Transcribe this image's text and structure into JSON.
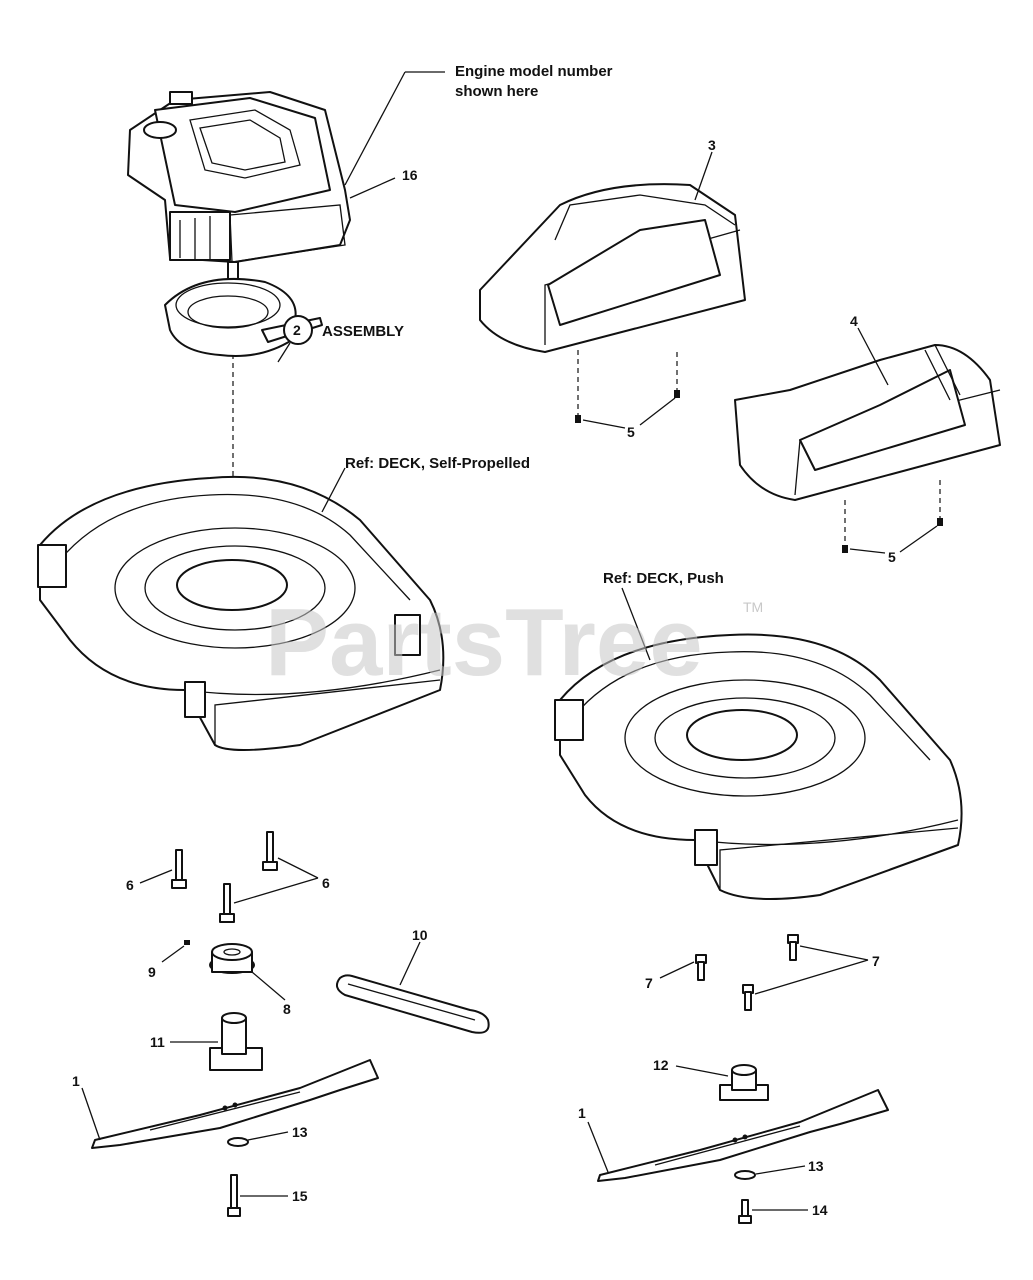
{
  "labels": {
    "engine_note_line1": "Engine model number",
    "engine_note_line2": "shown here",
    "ref_deck_self_propelled": "Ref: DECK, Self-Propelled",
    "ref_deck_push": "Ref: DECK, Push",
    "assembly_number": "2",
    "assembly_text": "ASSEMBLY"
  },
  "part_numbers": {
    "p16": "16",
    "p3": "3",
    "p4": "4",
    "p5a": "5",
    "p5b": "5",
    "p6a": "6",
    "p6b": "6",
    "p7a": "7",
    "p7b": "7",
    "p8": "8",
    "p9": "9",
    "p10": "10",
    "p11": "11",
    "p12": "12",
    "p1a": "1",
    "p1b": "1",
    "p13a": "13",
    "p13b": "13",
    "p14": "14",
    "p15": "15"
  },
  "watermark": {
    "text": "PartsTree",
    "trademark": "TM"
  }
}
